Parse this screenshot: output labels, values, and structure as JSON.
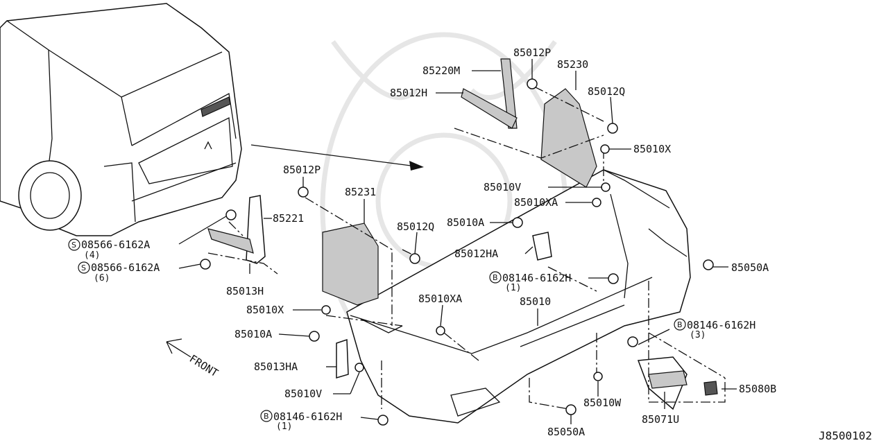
{
  "diagram": {
    "reference_code": "J8500102",
    "front_label": "FRONT",
    "parts": {
      "p85220M": "85220M",
      "p85012P_top": "85012P",
      "p85230": "85230",
      "p85012H": "85012H",
      "p85012Q_right": "85012Q",
      "p85010X_right": "85010X",
      "p85010V_right": "85010V",
      "p85010XA_right": "85010XA",
      "p85012P_left": "85012P",
      "p85231": "85231",
      "p85221": "85221",
      "p85012Q_left": "85012Q",
      "p85010A_mid": "85010A",
      "p85012HA": "85012HA",
      "p85050A_right": "85050A",
      "p85013H": "85013H",
      "p85010X_left": "85010X",
      "p85010XA_mid": "85010XA",
      "p85010": "85010",
      "p85010A_left": "85010A",
      "p85013HA": "85013HA",
      "p85010V_left": "85010V",
      "p85010W": "85010W",
      "p85050A_bottom": "85050A",
      "p85080B": "85080B",
      "p85071U": "85071U"
    },
    "callouts": {
      "s1": {
        "prefix": "S",
        "part": "08566-6162A",
        "qty": "(4)"
      },
      "s2": {
        "prefix": "S",
        "part": "08566-6162A",
        "qty": "(6)"
      },
      "b1": {
        "prefix": "B",
        "part": "08146-6162H",
        "qty": "(1)"
      },
      "b2": {
        "prefix": "B",
        "part": "08146-6162H",
        "qty": "(3)"
      },
      "b3": {
        "prefix": "B",
        "part": "08146-6162H",
        "qty": "(1)"
      }
    }
  }
}
